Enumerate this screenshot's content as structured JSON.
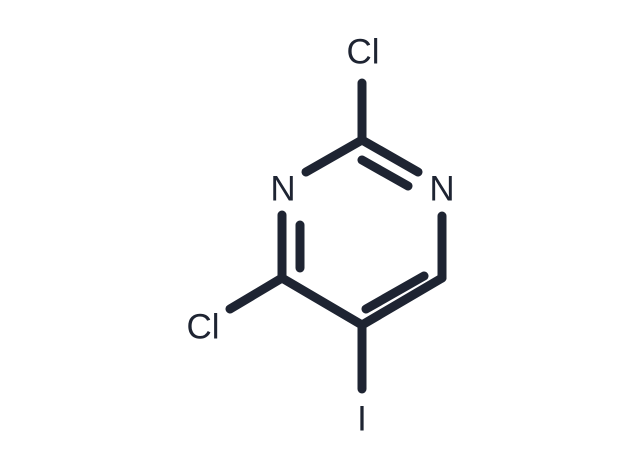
{
  "molecule": {
    "atoms": {
      "cl_top": "Cl",
      "n_left": "N",
      "n_right": "N",
      "cl_left": "Cl",
      "i_bottom": "I"
    },
    "colors": {
      "stroke": "#1e2432",
      "background": "#ffffff"
    }
  }
}
